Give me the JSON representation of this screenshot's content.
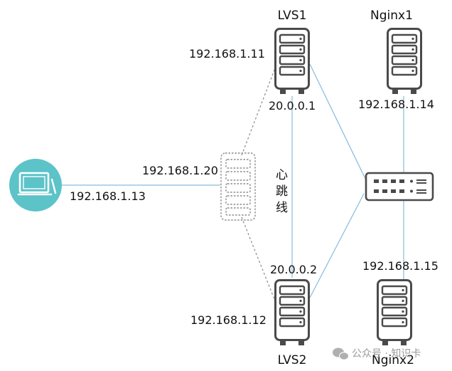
{
  "nodes": {
    "lvs1": {
      "name": "LVS1",
      "ip": "192.168.1.11",
      "heartbeat_ip": "20.0.0.1"
    },
    "lvs2": {
      "name": "LVS2",
      "ip": "192.168.1.12",
      "heartbeat_ip": "20.0.0.2"
    },
    "nginx1": {
      "name": "Nginx1",
      "ip": "192.168.1.14"
    },
    "nginx2": {
      "name": "Nginx2",
      "ip": "192.168.1.15"
    },
    "vip": {
      "ip": "192.168.1.20"
    },
    "client": {
      "ip": "192.168.1.13"
    }
  },
  "heartbeat": {
    "chars": [
      "心",
      "跳",
      "线"
    ]
  },
  "watermark": {
    "text": "公众号 · 知识卡"
  },
  "colors": {
    "link": "#86bcdc",
    "server": "#4a4a4a",
    "client_circle": "#5cc3c8",
    "vip_dash": "#8c8c8c"
  }
}
